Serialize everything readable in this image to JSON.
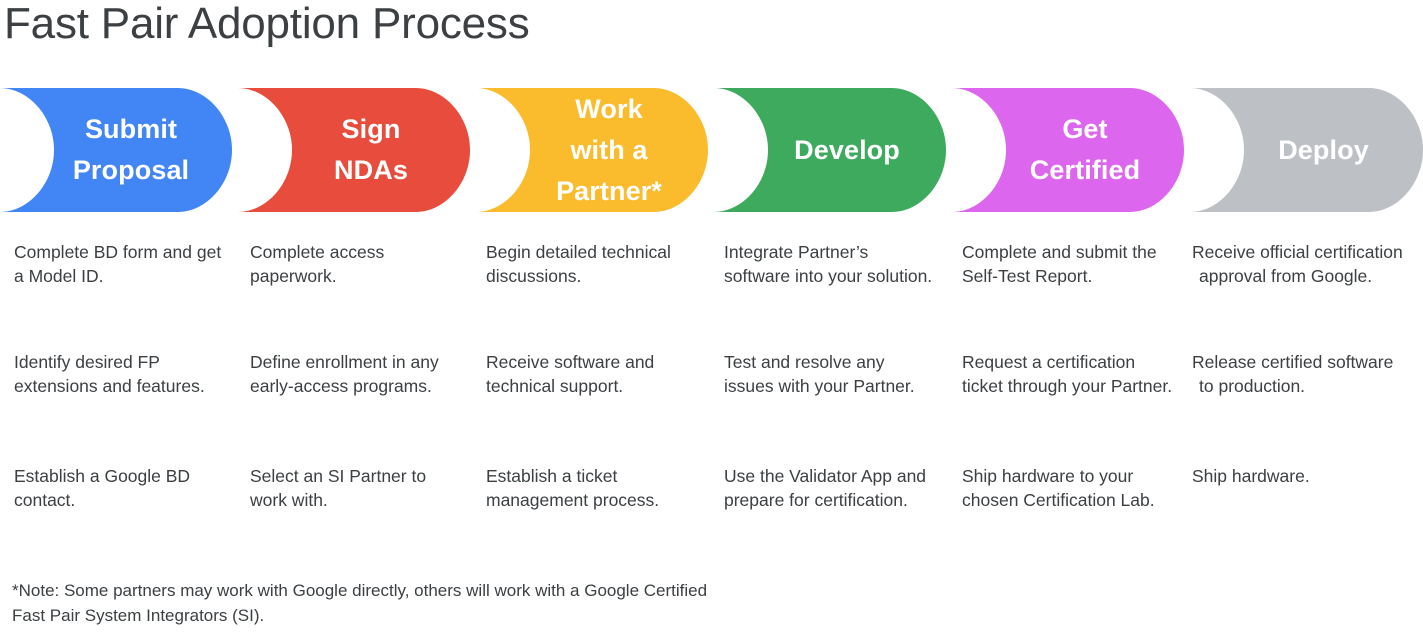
{
  "title": "Fast Pair Adoption Process",
  "colors": {
    "blue": "#4285f4",
    "red": "#e74c3c",
    "yellow": "#fabc2d",
    "green": "#3daa5e",
    "magenta": "#dd66ee",
    "gray": "#bdc1c6",
    "text": "#3c4043",
    "label_text": "#ffffff",
    "background": "#ffffff"
  },
  "stages": [
    {
      "id": "submit-proposal",
      "label": "Submit\nProposal",
      "color": "#4285f4",
      "details": [
        "Complete BD form and get a Model ID.",
        "Identify desired FP extensions and features.",
        "Establish a Google BD contact."
      ]
    },
    {
      "id": "sign-ndas",
      "label": "Sign\nNDAs",
      "color": "#e74c3c",
      "details": [
        "Complete access paperwork.",
        "Define enrollment in any early-access programs.",
        "Select an SI Partner to work with."
      ]
    },
    {
      "id": "work-with-a-partner",
      "label": "Work\nwith a\nPartner*",
      "color": "#fabc2d",
      "details": [
        "Begin detailed technical discussions.",
        "Receive software and technical support.",
        "Establish a ticket management process."
      ]
    },
    {
      "id": "develop",
      "label": "Develop",
      "color": "#3daa5e",
      "details": [
        "Integrate Partner’s software into your solution.",
        "Test and resolve any issues with your Partner.",
        "Use the Validator App and prepare for certification."
      ]
    },
    {
      "id": "get-certified",
      "label": "Get\nCertified",
      "color": "#dd66ee",
      "details": [
        "Complete and submit the Self-Test Report.",
        "Request a certification ticket through your Partner.",
        "Ship hardware to your chosen Certification Lab."
      ]
    },
    {
      "id": "deploy",
      "label": "Deploy",
      "color": "#bdc1c6",
      "details": [
        "Receive official certification approval from Google.",
        "Release certified software to production.",
        "Ship hardware."
      ]
    }
  ],
  "footnote": "*Note: Some partners may work with Google directly, others will work with a Google Certified Fast Pair System Integrators (SI)."
}
